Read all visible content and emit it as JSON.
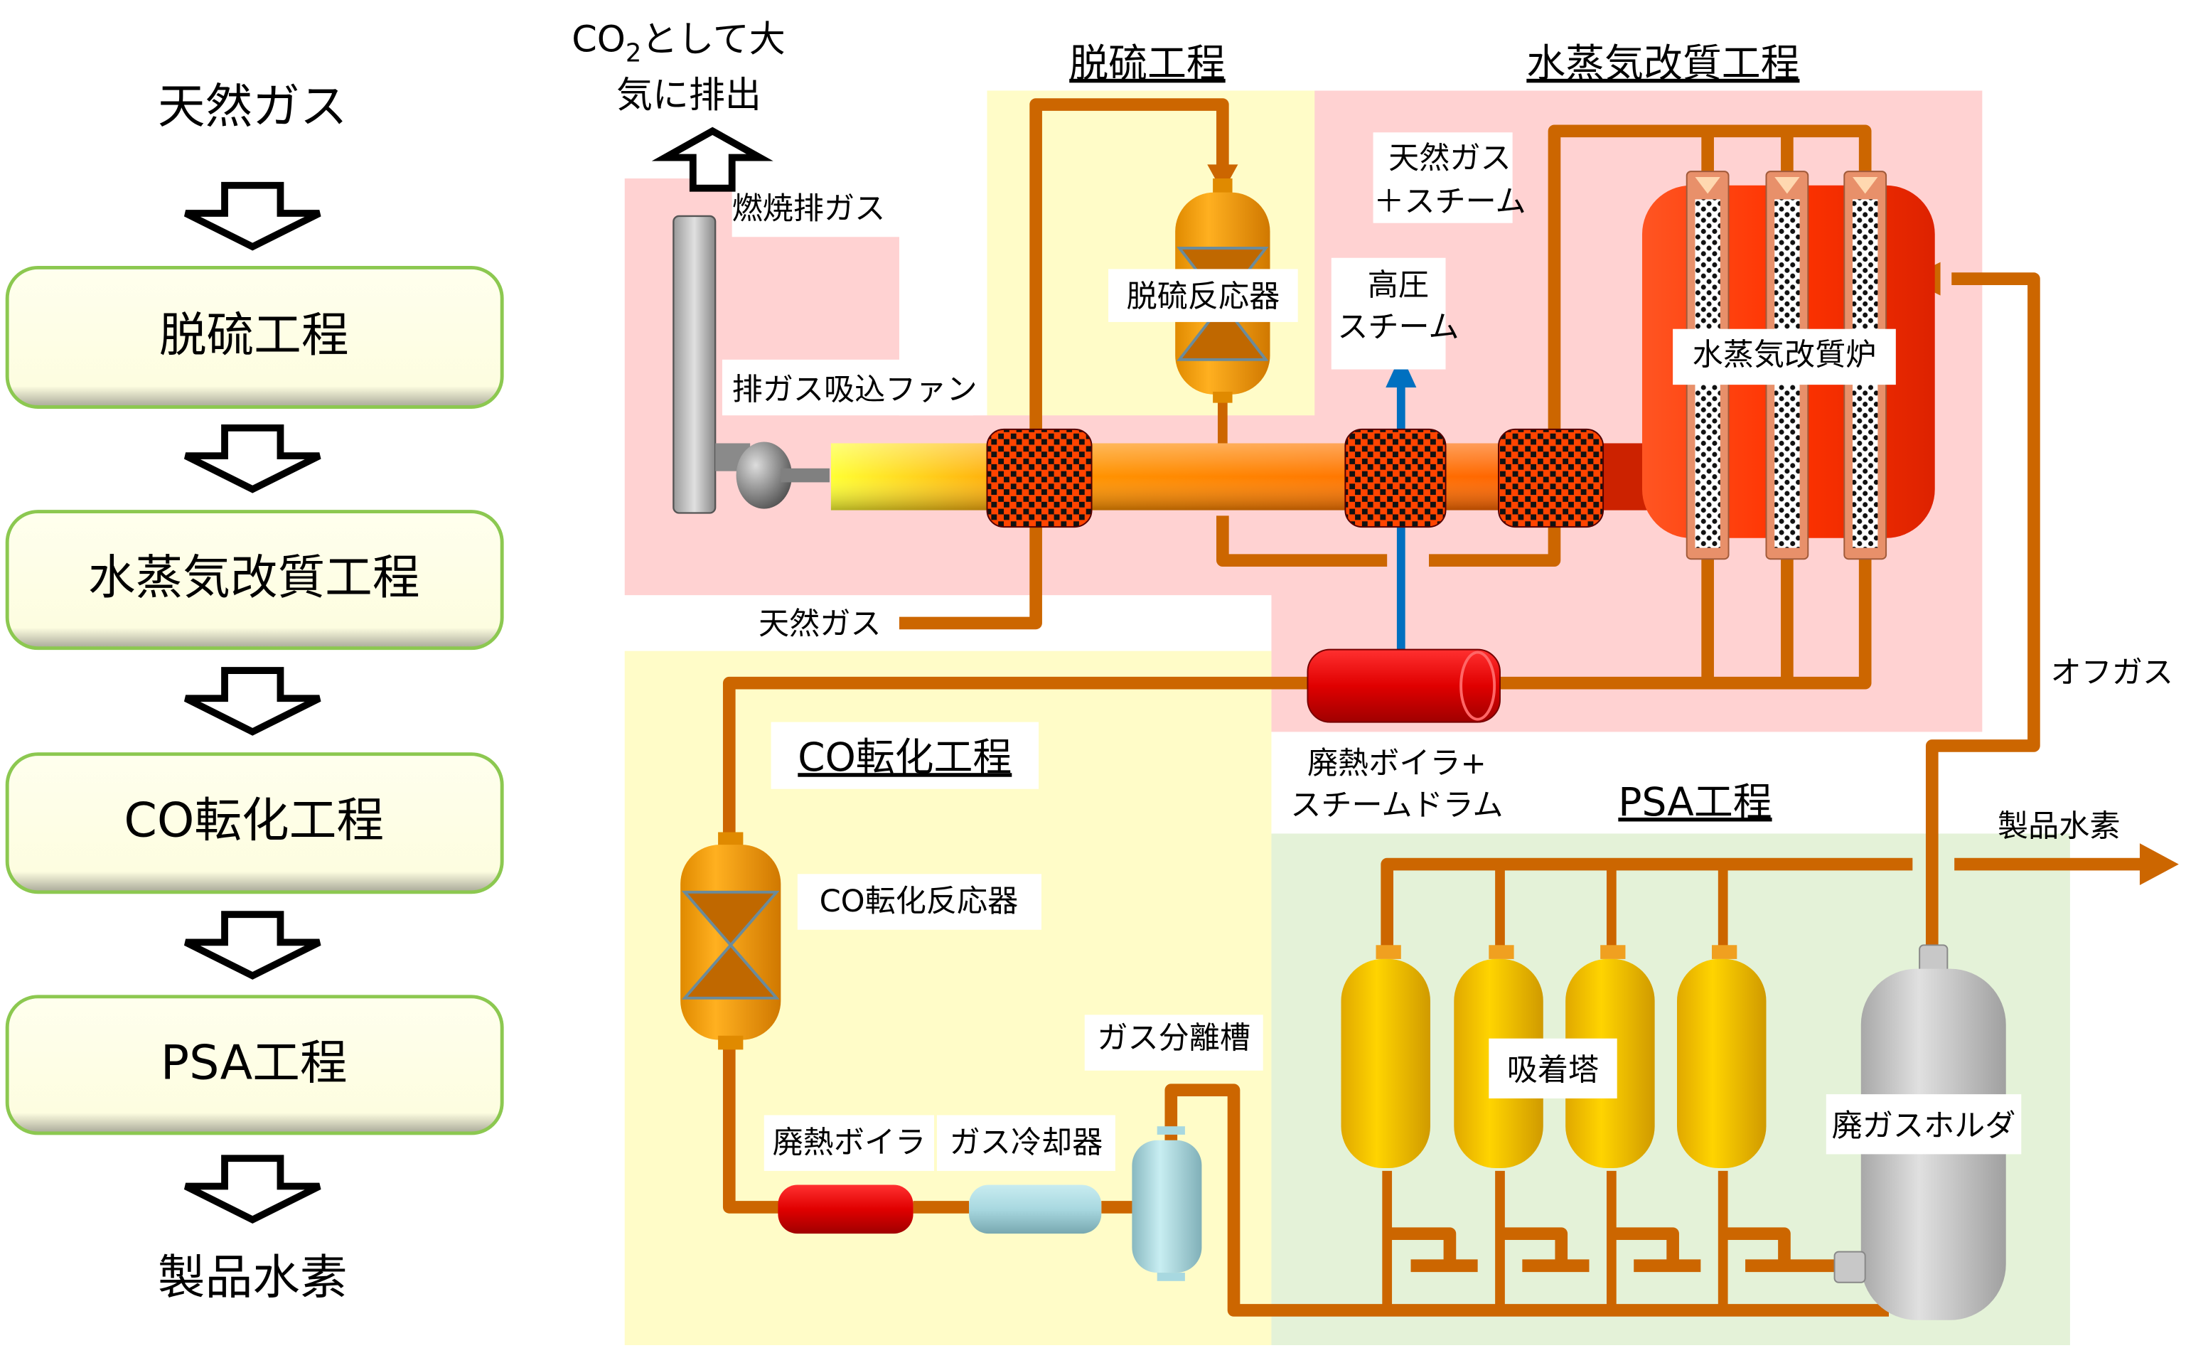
{
  "left_flow": {
    "start": "天然ガス",
    "steps": [
      {
        "label": "脱硫工程"
      },
      {
        "label": "水蒸気改質工程"
      },
      {
        "label": "CO転化工程"
      },
      {
        "label": "PSA工程"
      }
    ],
    "end": "製品水素"
  },
  "exhaust": {
    "line1_prefix": "CO",
    "line1_sub": "2",
    "line1_suffix": "として大",
    "line2": "気に排出"
  },
  "sections": {
    "desulfurization": "脱硫工程",
    "steam_reforming": "水蒸気改質工程",
    "co_shift": "CO転化工程",
    "psa": "PSA工程"
  },
  "equipment_labels": {
    "flue_gas": "燃焼排ガス",
    "exhaust_fan": "排ガス吸込ファン",
    "natural_gas_in": "天然ガス",
    "desulfurizer": "脱硫反応器",
    "ng_steam_line1": "天然ガス",
    "ng_steam_line2": "＋スチーム",
    "hp_steam_line1": "高圧",
    "hp_steam_line2": "スチーム",
    "reformer": "水蒸気改質炉",
    "waste_heat_boiler_drum_line1": "廃熱ボイラ+",
    "waste_heat_boiler_drum_line2": "スチームドラム",
    "off_gas": "オフガス",
    "product_hydrogen": "製品水素",
    "co_shift_reactor": "CO転化反応器",
    "gas_separator": "ガス分離槽",
    "waste_heat_boiler": "廃熱ボイラ",
    "gas_cooler": "ガス冷却器",
    "adsorption_tower": "吸着塔",
    "waste_gas_holder": "廃ガスホルダ"
  },
  "colors": {
    "pipe": "#cc6600",
    "steam_line": "#0070c0",
    "reforming_zone": "#ffd2d2",
    "desulfur_zone": "#fffcc8",
    "psa_zone": "#e4f2d8",
    "step_box_border": "#8cc850"
  }
}
